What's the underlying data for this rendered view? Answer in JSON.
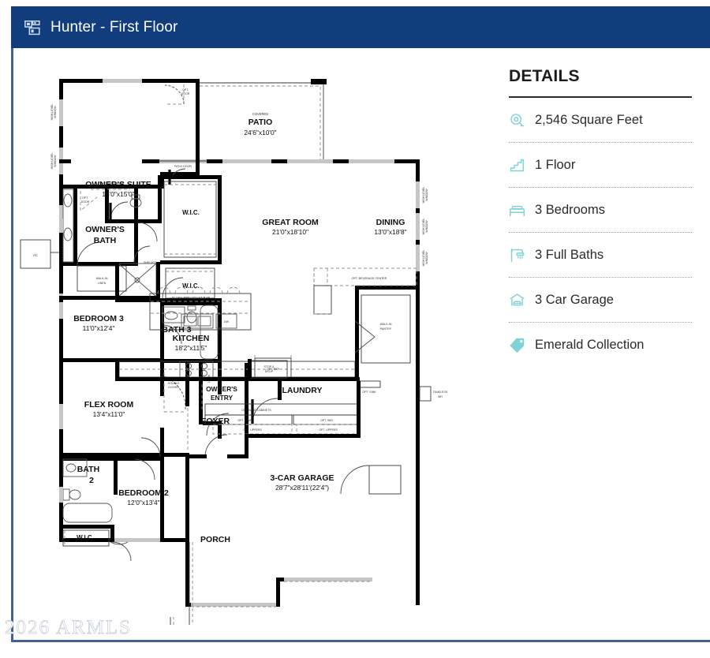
{
  "header": {
    "title": "Hunter - First Floor",
    "icon": "floor-plan-icon",
    "bg_color": "#123d7d"
  },
  "details": {
    "heading": "DETAILS",
    "accent_color": "#7fd3d6",
    "items": [
      {
        "icon": "square-feet-icon",
        "label": "2,546 Square Feet"
      },
      {
        "icon": "stairs-icon",
        "label": "1 Floor"
      },
      {
        "icon": "bed-icon",
        "label": "3 Bedrooms"
      },
      {
        "icon": "shower-icon",
        "label": "3 Full Baths"
      },
      {
        "icon": "garage-icon",
        "label": "3 Car Garage"
      },
      {
        "icon": "tag-icon",
        "label": "Emerald Collection"
      }
    ]
  },
  "watermark": {
    "text": "2026 ARMLS"
  },
  "floorplan": {
    "rooms": [
      {
        "name": "OWNER'S SUITE",
        "dims": "16'0\"x15'0\""
      },
      {
        "name": "PATIO",
        "dims": "24'6\"x10'0\"",
        "sub": "COVERED"
      },
      {
        "name": "GREAT ROOM",
        "dims": "21'0\"x18'10\""
      },
      {
        "name": "DINING",
        "dims": "13'0\"x18'8\""
      },
      {
        "name": "OWNER'S BATH",
        "dims": ""
      },
      {
        "name": "BEDROOM 3",
        "dims": "11'0\"x12'4\""
      },
      {
        "name": "BATH 3",
        "dims": ""
      },
      {
        "name": "KITCHEN",
        "dims": "18'2\"x11'5\""
      },
      {
        "name": "FLEX ROOM",
        "dims": "13'4\"x11'0\""
      },
      {
        "name": "OWNER'S ENTRY",
        "dims": ""
      },
      {
        "name": "LAUNDRY",
        "dims": ""
      },
      {
        "name": "FOYER",
        "dims": ""
      },
      {
        "name": "BATH 2",
        "dims": ""
      },
      {
        "name": "BEDROOM 2",
        "dims": "12'0\"x13'4\""
      },
      {
        "name": "3-CAR GARAGE",
        "dims": "28'7\"x28'11'(22'4\")"
      },
      {
        "name": "PORCH",
        "dims": ""
      },
      {
        "name": "W.I.C.",
        "dims": ""
      }
    ],
    "labels": {
      "owners_suite": "OWNER'S SUITE",
      "owners_suite_dims": "16'0\"x15'0\"",
      "patio_sub": "COVERED",
      "patio": "PATIO",
      "patio_dims": "24'6\"x10'0\"",
      "great_room": "GREAT ROOM",
      "great_room_dims": "21'0\"x18'10\"",
      "dining": "DINING",
      "dining_dims": "13'0\"x18'8\"",
      "owners_bath_1": "OWNER'S",
      "owners_bath_2": "BATH",
      "wic": "W.I.C.",
      "bedroom3": "BEDROOM 3",
      "bedroom3_dims": "11'0\"x12'4\"",
      "bath3": "BATH 3",
      "kitchen": "KITCHEN",
      "kitchen_dims": "18'2\"x11'5\"",
      "flex_room": "FLEX ROOM",
      "flex_room_dims": "13'4\"x11'0\"",
      "owners_entry_1": "OWNER'S",
      "owners_entry_2": "ENTRY",
      "laundry": "LAUNDRY",
      "foyer": "FOYER",
      "bath2_1": "BATH",
      "bath2_2": "2",
      "bedroom2": "BEDROOM 2",
      "bedroom2_dims": "12'0\"x13'4\"",
      "garage": "3-CAR GARAGE",
      "garage_dims": "28'7\"x28'11'(22'4\")",
      "porch": "PORCH"
    },
    "annotations": {
      "high_level_window": "HIGH LEVEL WINDOW",
      "opt_door": "OPT. DOOR",
      "opt_barn_door": "OPT. BARN DOOR",
      "patio_door": "PATIO DOOR",
      "walk_in_linen": "WALK-IN LINEN",
      "shelves": "SHELVES",
      "double_hanging": "DOUBLE HANGING",
      "ac": "AC",
      "linen": "LINEN",
      "opt_double_doors": "OPT. DOUBLE DOORS",
      "flush_breakfast_bar": "FLUSH BREAKFAST BAR",
      "dw": "DW",
      "opt_beverage_center": "OPT. BEVERAGE CENTER",
      "walk_in_pantry": "WALK-IN PANTRY",
      "opt_ref": "OPT. REF",
      "opt_sink": "OPT. SINK",
      "stop_drop": "STOP & DROP",
      "opt_base_cabinets": "OPT. BASE CABINETS",
      "opt_uppers": "OPT. UPPERS",
      "opt_wd": "OPT. W/D",
      "tankless_wh": "TANKLESS WH"
    }
  }
}
